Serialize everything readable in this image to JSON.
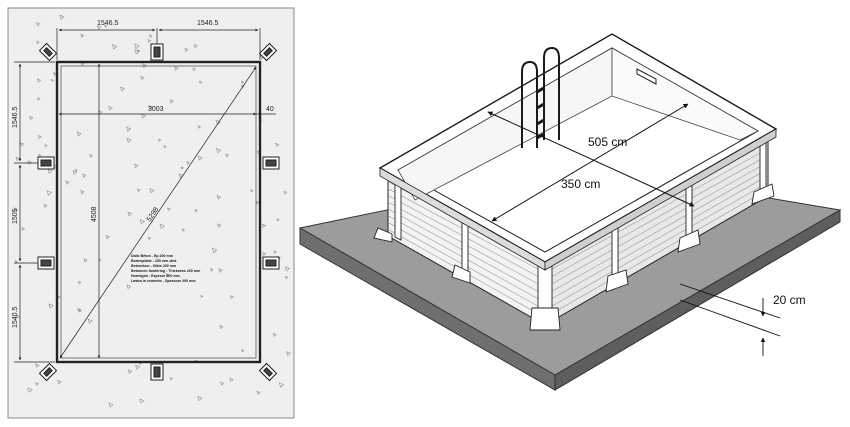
{
  "plan": {
    "dims": {
      "top_left": "1546.5",
      "top_right": "1546.5",
      "inner_width": "3003",
      "right_offset": "40",
      "left_top": "1546.5",
      "left_mid": "1505",
      "left_bottom": "1540.5",
      "inner_height": "4508",
      "diagonal": "5298"
    },
    "specs": [
      "Dalle Béton - Ep 200 mm",
      "Bodenplatte - 200 mm dick",
      "Betonvloer - Dikte 200 mm",
      "Betonnen fundering - Thickness 200 mm",
      "Hormigón - Espesor 200 mm",
      "Lastra in cemento - Spessore 200 mm"
    ]
  },
  "pool3d": {
    "length_label": "505 cm",
    "width_label": "350 cm",
    "slab_label": "20 cm"
  },
  "colors": {
    "slab_top": "#9a9a9a",
    "slab_side": "#6f6f6f",
    "wood": "#f2f2f2",
    "liner": "#ffffff",
    "line": "#1a1a1a"
  }
}
